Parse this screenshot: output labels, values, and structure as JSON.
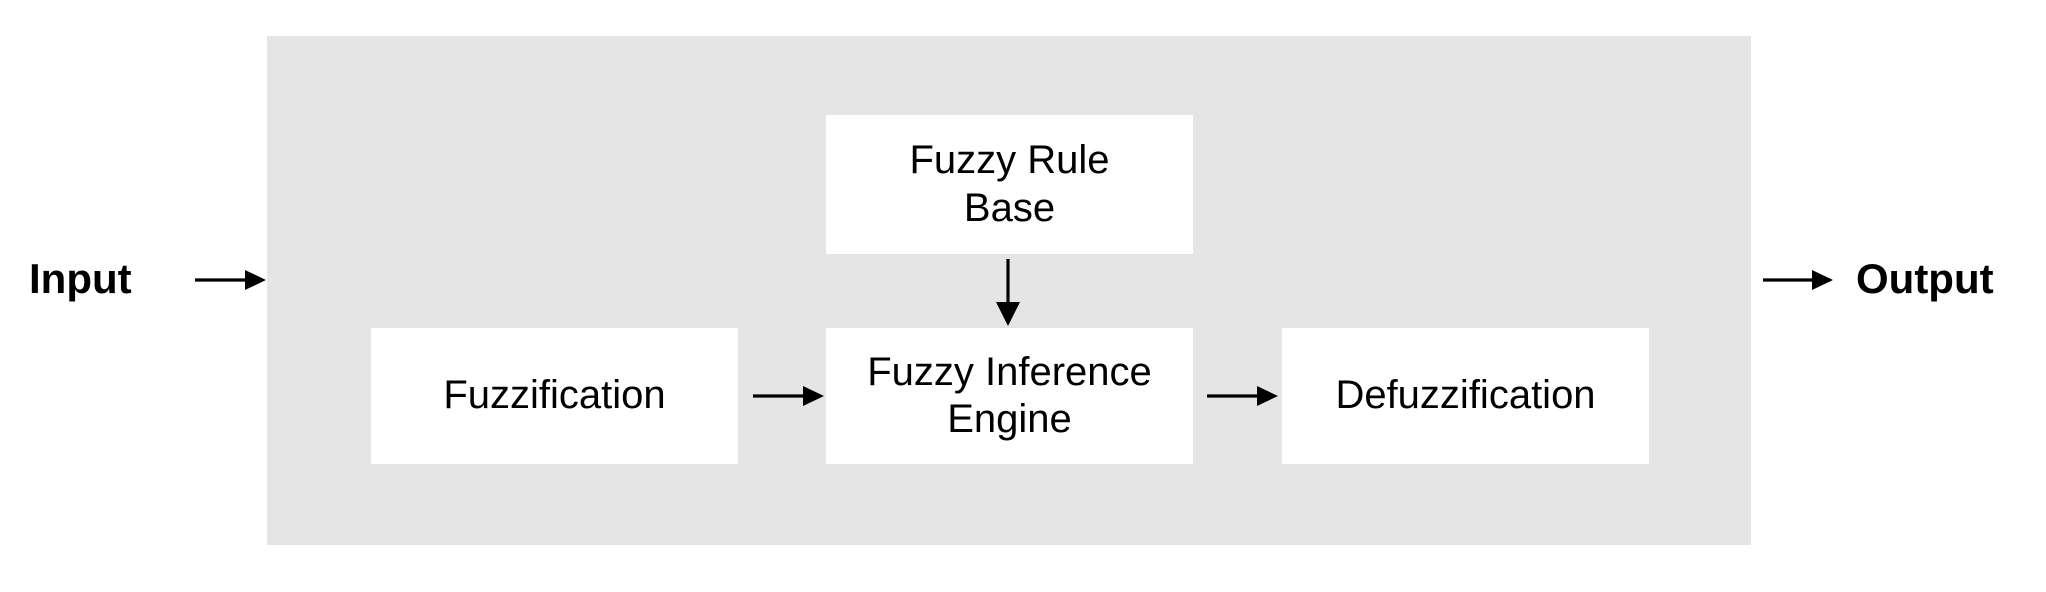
{
  "diagram": {
    "title": "Fuzzy Logic System Block Diagram",
    "type": "block-flow-diagram",
    "container": {
      "name": "fuzzy-system-boundary",
      "fill_color": "#e5e5e5"
    },
    "box_fill_color": "#ffffff",
    "text_color": "#000000",
    "arrow_color": "#000000"
  },
  "endpoints": {
    "input_label": "Input",
    "output_label": "Output"
  },
  "boxes": [
    {
      "id": "fuzzy-rule-base",
      "label": "Fuzzy Rule\nBase",
      "line1": "Fuzzy Rule",
      "line2": "Base"
    },
    {
      "id": "fuzzification",
      "label": "Fuzzification",
      "line1": "Fuzzification",
      "line2": ""
    },
    {
      "id": "fuzzy-inference-engine",
      "label": "Fuzzy Inference\nEngine",
      "line1": "Fuzzy Inference",
      "line2": "Engine"
    },
    {
      "id": "defuzzification",
      "label": "Defuzzification",
      "line1": "Defuzzification",
      "line2": ""
    }
  ],
  "arrows": [
    {
      "id": "input-to-system",
      "from": "Input",
      "to": "fuzzy-system-boundary",
      "direction": "right"
    },
    {
      "id": "fuzzification-to-inference",
      "from": "Fuzzification",
      "to": "Fuzzy Inference Engine",
      "direction": "right"
    },
    {
      "id": "rule-base-to-inference",
      "from": "Fuzzy Rule Base",
      "to": "Fuzzy Inference Engine",
      "direction": "down"
    },
    {
      "id": "inference-to-defuzzification",
      "from": "Fuzzy Inference Engine",
      "to": "Defuzzification",
      "direction": "right"
    },
    {
      "id": "system-to-output",
      "from": "fuzzy-system-boundary",
      "to": "Output",
      "direction": "right"
    }
  ]
}
